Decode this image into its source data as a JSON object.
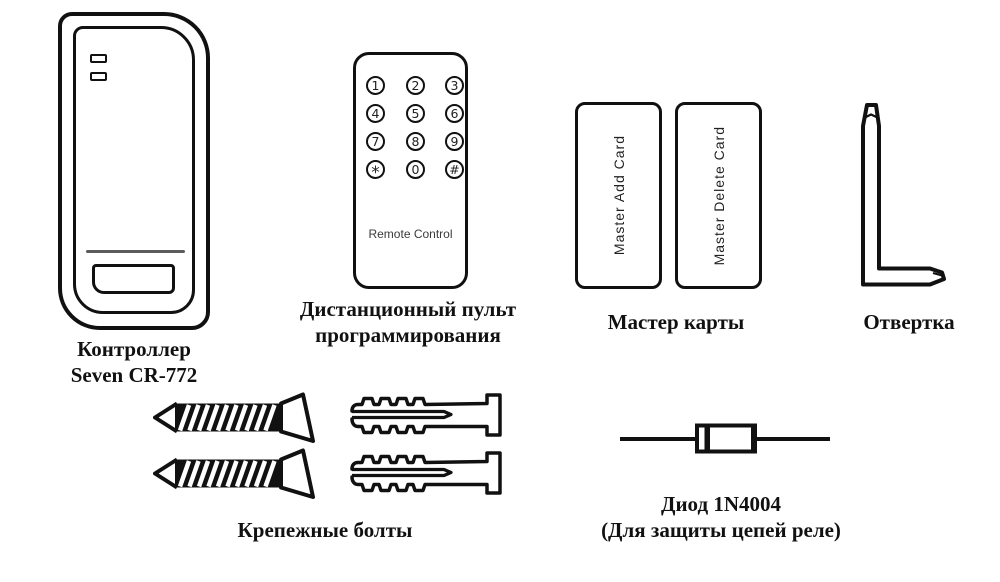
{
  "colors": {
    "ink": "#111111",
    "background": "#ffffff",
    "divider_line": "#5c5c5c"
  },
  "controller": {
    "caption_line1": "Контроллер",
    "caption_line2": "Seven CR-772"
  },
  "remote": {
    "label": "Remote Control",
    "keys": [
      "1",
      "2",
      "3",
      "4",
      "5",
      "6",
      "7",
      "8",
      "9",
      "*",
      "0",
      "#"
    ],
    "caption_line1": "Дистанционный пульт",
    "caption_line2": "программирования"
  },
  "cards": {
    "card1": "Master Add Card",
    "card2": "Master Delete Card",
    "caption": "Мастер карты"
  },
  "screwdriver": {
    "caption": "Отвертка"
  },
  "fasteners": {
    "caption": "Крепежные болты"
  },
  "diode": {
    "caption_line1": "Диод 1N4004",
    "caption_line2": "(Для защиты цепей реле)"
  }
}
